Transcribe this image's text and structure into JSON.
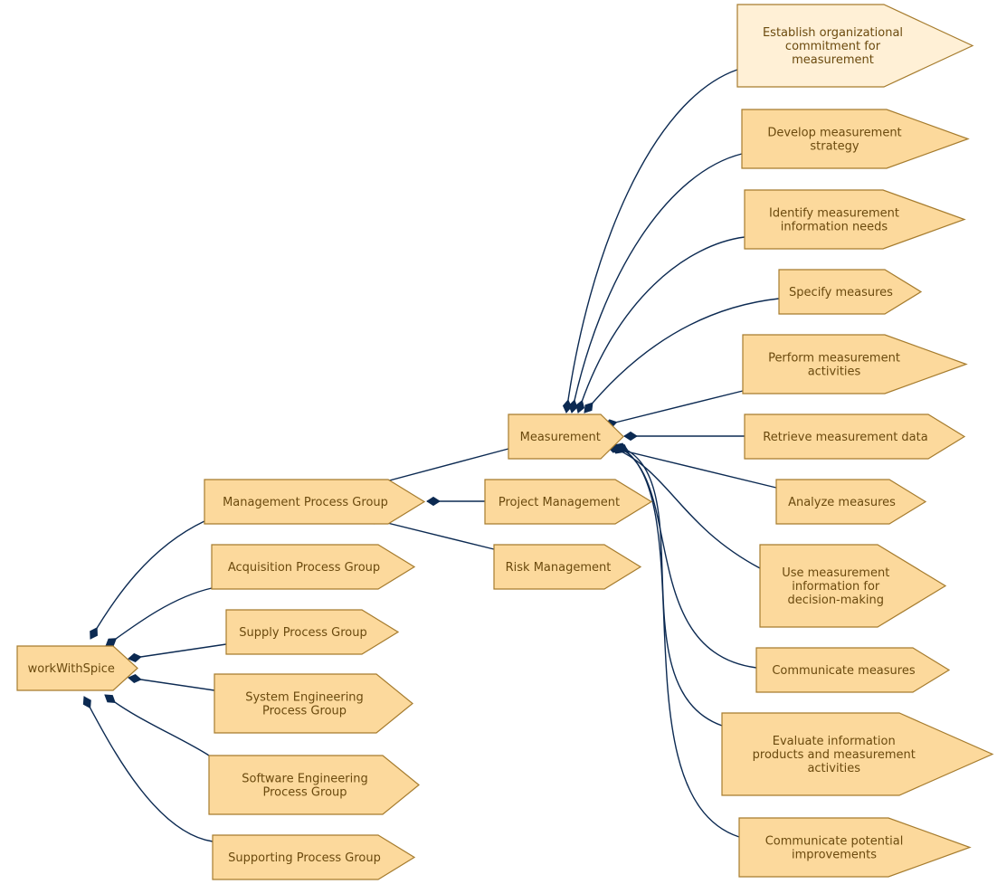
{
  "colors": {
    "node_fill": "#fcd99c",
    "node_fill_highlight": "#fff0d6",
    "node_stroke": "#a67c2e",
    "text": "#6b4a0e",
    "edge": "#0c2a52"
  },
  "nodes": [
    {
      "id": "root",
      "lines": [
        "workWithSpice"
      ]
    },
    {
      "id": "mpg",
      "lines": [
        "Management Process Group"
      ]
    },
    {
      "id": "apg",
      "lines": [
        "Acquisition Process Group"
      ]
    },
    {
      "id": "spg",
      "lines": [
        "Supply Process Group"
      ]
    },
    {
      "id": "sepg",
      "lines": [
        "System Engineering",
        "Process Group"
      ]
    },
    {
      "id": "swpg",
      "lines": [
        "Software Engineering",
        "Process Group"
      ]
    },
    {
      "id": "suppg",
      "lines": [
        "Supporting Process Group"
      ]
    },
    {
      "id": "meas",
      "lines": [
        "Measurement"
      ]
    },
    {
      "id": "pm",
      "lines": [
        "Project Management"
      ]
    },
    {
      "id": "rm",
      "lines": [
        "Risk Management"
      ]
    },
    {
      "id": "m1",
      "lines": [
        "Establish organizational",
        "commitment for",
        "measurement"
      ],
      "highlight": true
    },
    {
      "id": "m2",
      "lines": [
        "Develop measurement",
        "strategy"
      ]
    },
    {
      "id": "m3",
      "lines": [
        "Identify measurement",
        "information needs"
      ]
    },
    {
      "id": "m4",
      "lines": [
        "Specify measures"
      ]
    },
    {
      "id": "m5",
      "lines": [
        "Perform measurement",
        "activities"
      ]
    },
    {
      "id": "m6",
      "lines": [
        "Retrieve measurement data"
      ]
    },
    {
      "id": "m7",
      "lines": [
        "Analyze measures"
      ]
    },
    {
      "id": "m8",
      "lines": [
        "Use measurement",
        "information for",
        "decision-making"
      ]
    },
    {
      "id": "m9",
      "lines": [
        "Communicate measures"
      ]
    },
    {
      "id": "m10",
      "lines": [
        "Evaluate information",
        "products and measurement",
        "activities"
      ]
    },
    {
      "id": "m11",
      "lines": [
        "Communicate potential",
        "improvements"
      ]
    }
  ],
  "edges": [
    {
      "from": "root",
      "to": "mpg"
    },
    {
      "from": "root",
      "to": "apg"
    },
    {
      "from": "root",
      "to": "spg"
    },
    {
      "from": "root",
      "to": "sepg"
    },
    {
      "from": "root",
      "to": "swpg"
    },
    {
      "from": "root",
      "to": "suppg"
    },
    {
      "from": "mpg",
      "to": "meas"
    },
    {
      "from": "mpg",
      "to": "pm"
    },
    {
      "from": "mpg",
      "to": "rm"
    },
    {
      "from": "meas",
      "to": "m1"
    },
    {
      "from": "meas",
      "to": "m2"
    },
    {
      "from": "meas",
      "to": "m3"
    },
    {
      "from": "meas",
      "to": "m4"
    },
    {
      "from": "meas",
      "to": "m5"
    },
    {
      "from": "meas",
      "to": "m6"
    },
    {
      "from": "meas",
      "to": "m7"
    },
    {
      "from": "meas",
      "to": "m8"
    },
    {
      "from": "meas",
      "to": "m9"
    },
    {
      "from": "meas",
      "to": "m10"
    },
    {
      "from": "meas",
      "to": "m11"
    }
  ]
}
